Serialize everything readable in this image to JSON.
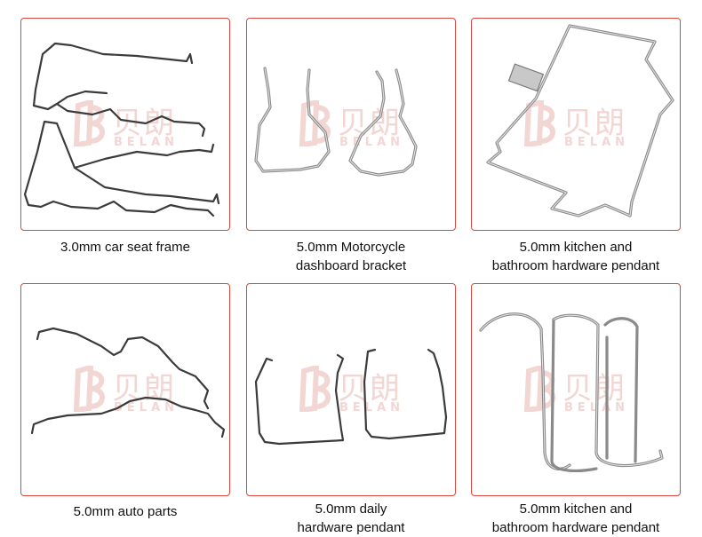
{
  "watermark": {
    "cn": "贝朗",
    "en": "BELAN"
  },
  "cards": [
    {
      "id": "car-seat-frame",
      "caption": [
        "3.0mm car seat frame"
      ]
    },
    {
      "id": "motorcycle-bracket",
      "caption": [
        "5.0mm Motorcycle",
        "dashboard bracket"
      ]
    },
    {
      "id": "kitchen-pendant-1",
      "caption": [
        "5.0mm kitchen and",
        "bathroom hardware pendant"
      ]
    },
    {
      "id": "auto-parts",
      "caption": [
        "5.0mm auto parts"
      ]
    },
    {
      "id": "daily-pendant",
      "caption": [
        "5.0mm daily",
        "hardware pendant"
      ]
    },
    {
      "id": "kitchen-pendant-2",
      "caption": [
        "5.0mm kitchen and",
        "bathroom hardware pendant"
      ]
    }
  ],
  "colors": {
    "border": "#d9473f",
    "watermark": "#e9b5b0",
    "wire": "#3b3b3b"
  }
}
